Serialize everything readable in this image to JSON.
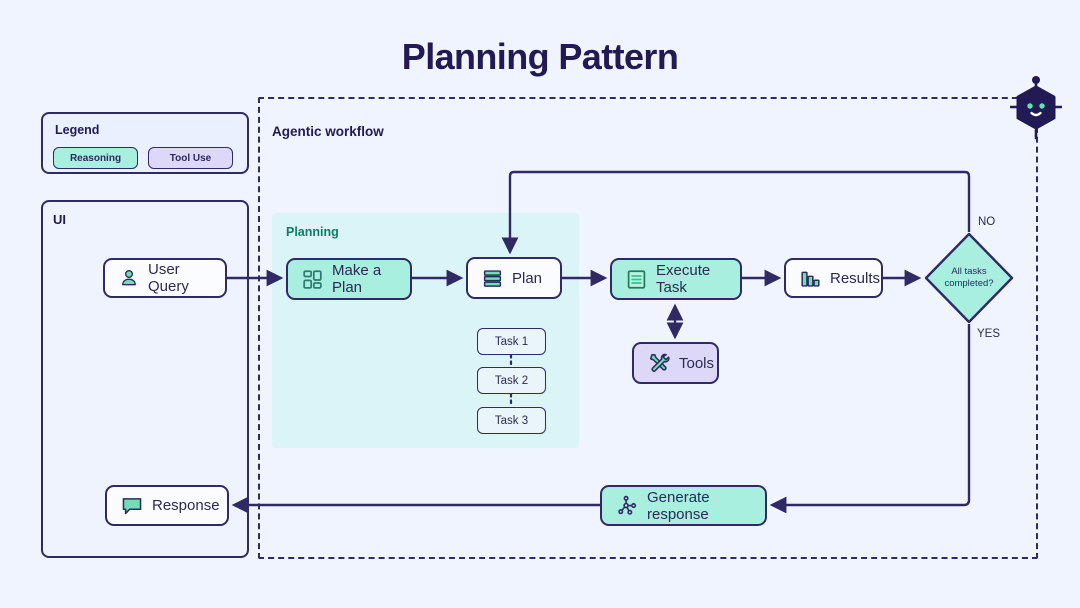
{
  "page": {
    "title": "Planning Pattern",
    "background_color": "#f0f4fe",
    "ink_color": "#2f2a63",
    "reasoning_color": "#a8efe0",
    "tool_color": "#ddd8f7",
    "planning_region_color": "#dbf4f7"
  },
  "legend": {
    "title": "Legend",
    "items": [
      {
        "label": "Reasoning",
        "kind": "reasoning",
        "color": "#a8efe0"
      },
      {
        "label": "Tool Use",
        "kind": "tool",
        "color": "#ddd8f7"
      }
    ]
  },
  "ui_panel": {
    "title": "UI",
    "nodes": [
      {
        "label": "User Query",
        "icon": "user-icon"
      },
      {
        "label": "Response",
        "icon": "speech-bubble-icon"
      }
    ]
  },
  "agentic": {
    "title": "Agentic workflow",
    "planning": {
      "label": "Planning",
      "nodes": [
        {
          "label": "Make a Plan",
          "icon": "grid-squares-icon",
          "kind": "reasoning"
        },
        {
          "label": "Plan",
          "icon": "stacked-bars-icon",
          "kind": "default"
        }
      ],
      "tasks": [
        {
          "label": "Task 1"
        },
        {
          "label": "Task 2"
        },
        {
          "label": "Task 3"
        }
      ]
    },
    "nodes": [
      {
        "label": "Execute Task",
        "icon": "document-lines-icon",
        "kind": "reasoning"
      },
      {
        "label": "Results",
        "icon": "bar-chart-icon",
        "kind": "default"
      },
      {
        "label": "Tools",
        "icon": "wrench-screwdriver-icon",
        "kind": "tool"
      },
      {
        "label": "Generate response",
        "icon": "node-graph-icon",
        "kind": "reasoning"
      }
    ],
    "decision": {
      "line1": "All tasks",
      "line2": "completed?",
      "branch_no": "NO",
      "branch_yes": "YES"
    }
  },
  "bot": {
    "icon": "robot-head-icon"
  }
}
